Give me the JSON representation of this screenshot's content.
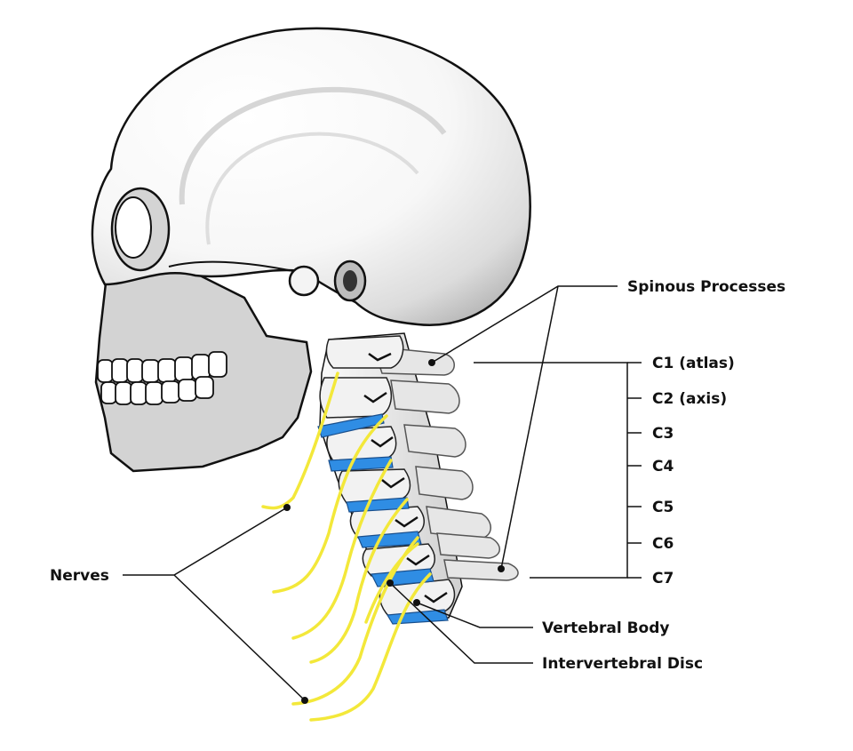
{
  "labels": {
    "spinous_processes": "Spinous Processes",
    "vertebral_body": "Vertebral Body",
    "intervertebral_disc": "Intervertebral Disc",
    "nerves": "Nerves",
    "vertebrae": [
      "C1 (atlas)",
      "C2 (axis)",
      "C3",
      "C4",
      "C5",
      "C6",
      "C7"
    ]
  },
  "colors": {
    "bone": "#f4f4f4",
    "bone_shade": "#c9c9c9",
    "jaw": "#d3d3d3",
    "outline": "#111111",
    "disc": "#2f8de4",
    "nerve": "#f3e83a"
  }
}
